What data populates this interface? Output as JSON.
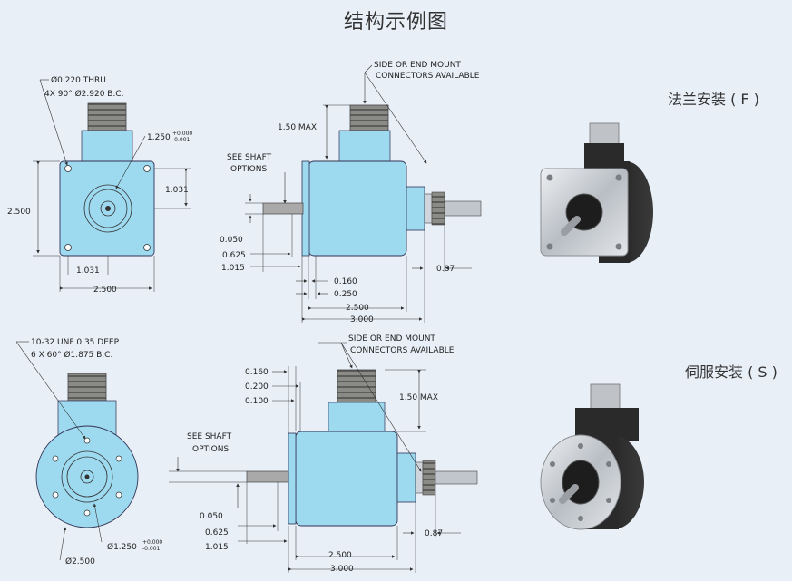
{
  "title": "结构示例图",
  "flange": {
    "label": "法兰安装 ( F )",
    "hole_note_1": "Ø0.220 THRU",
    "hole_note_2": "4X 90° Ø2.920 B.C.",
    "pilot_dia": "1.250",
    "tol_plus": "+0.000",
    "tol_minus": "-0.001",
    "height": "2.500",
    "offset_right": "1.031",
    "offset_bottom": "1.031",
    "width": "2.500",
    "connector_note_1": "SIDE OR END MOUNT",
    "connector_note_2": "CONNECTORS AVAILABLE",
    "max_height": "1.50 MAX",
    "shaft_note_1": "SEE SHAFT",
    "shaft_note_2": "OPTIONS",
    "shaft_dia": "0.050",
    "shaft_len": "0.625",
    "shaft_total": "1.015",
    "connector_len": "0.87",
    "flange_thick": "0.160",
    "pilot_len": "0.250",
    "body_len": "2.500",
    "overall_len": "3.000"
  },
  "servo": {
    "label": "伺服安装 ( S )",
    "hole_note_1": "10-32 UNF 0.35 DEEP",
    "hole_note_2": "6 X 60° Ø1.875 B.C.",
    "pilot_dia": "Ø1.250",
    "tol_plus": "+0.000",
    "tol_minus": "-0.001",
    "outer_dia": "Ø2.500",
    "flange_1": "0.160",
    "flange_2": "0.200",
    "flange_3": "0.100",
    "connector_note_1": "SIDE OR END MOUNT",
    "connector_note_2": "CONNECTORS AVAILABLE",
    "max_height": "1.50 MAX",
    "shaft_note_1": "SEE SHAFT",
    "shaft_note_2": "OPTIONS",
    "shaft_dia": "0.050",
    "shaft_len": "0.625",
    "shaft_total": "1.015",
    "connector_len": "0.87",
    "body_len": "2.500",
    "overall_len": "3.000"
  }
}
